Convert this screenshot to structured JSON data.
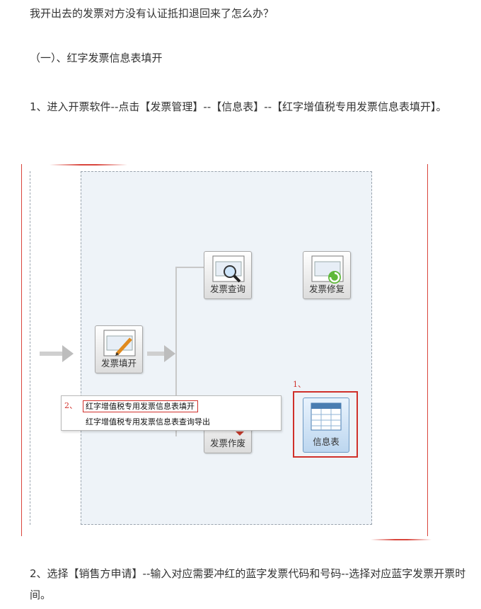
{
  "article": {
    "question": "我开出去的发票对方没有认证抵扣退回来了怎么办？",
    "section_heading": "（一）、红字发票信息表填开",
    "step1": "1、进入开票软件--点击【发票管理】--【信息表】--【红字增值税专用发票信息表填开】。",
    "step2": "2、选择【销售方申请】--输入对应需要冲红的蓝字发票代码和号码--选择对应蓝字发票开票时间。"
  },
  "screenshot": {
    "buttons": {
      "invoice_query": "发票查询",
      "invoice_repair": "发票修复",
      "invoice_fill": "发票填开",
      "invoice_void": "发票作废",
      "info_table": "信息表"
    },
    "menu": {
      "item_fill": "红字增值税专用发票信息表填开",
      "item_query_export": "红字增值税专用发票信息表查询导出"
    },
    "markers": {
      "step_one": "1、",
      "step_two": "2、"
    },
    "colors": {
      "highlight": "#d0302a",
      "panel_bg": "#eef3f8"
    }
  }
}
